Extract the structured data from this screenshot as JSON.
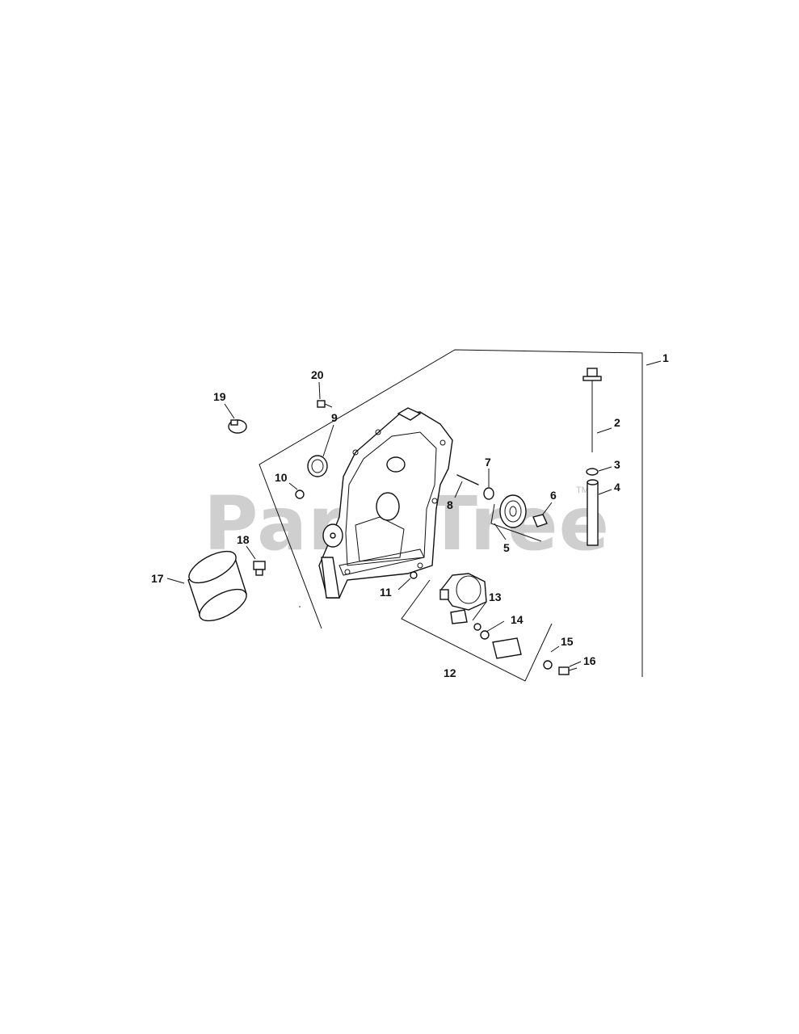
{
  "watermark": {
    "brand": "PartsTree",
    "trademark": "TM"
  },
  "callouts": [
    "1",
    "2",
    "3",
    "4",
    "5",
    "6",
    "7",
    "8",
    "9",
    "10",
    "11",
    "12",
    "13",
    "14",
    "15",
    "16",
    "17",
    "18",
    "19",
    "20"
  ]
}
